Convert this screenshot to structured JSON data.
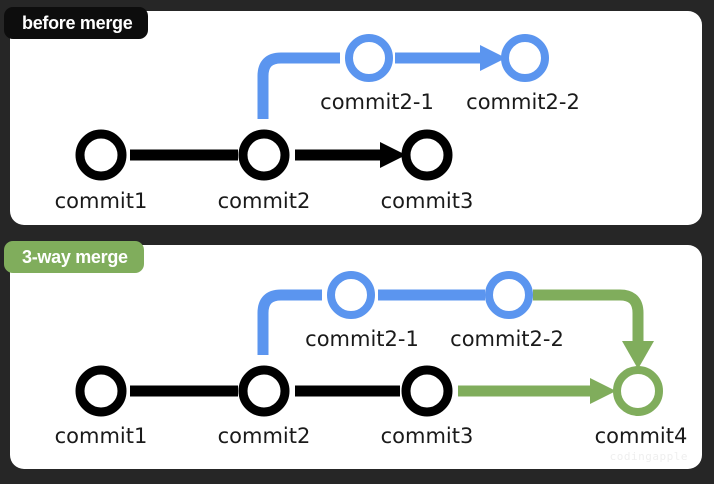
{
  "theme": {
    "background": "#262626",
    "panel_bg": "#ffffff",
    "main_branch_color": "#000000",
    "feature_branch_color": "#5b95ef",
    "merge_color": "#80ad5c",
    "badge_dark_bg": "#0d0d0d",
    "badge_green_bg": "#80ad5c",
    "label_color": "#1a1a1a"
  },
  "panels": [
    {
      "id": "before-merge",
      "badge_label": "before merge",
      "badge_style": "dark",
      "nodes": [
        {
          "id": "commit1",
          "label": "commit1",
          "branch": "main",
          "color": "#000000"
        },
        {
          "id": "commit2",
          "label": "commit2",
          "branch": "main",
          "color": "#000000"
        },
        {
          "id": "commit3",
          "label": "commit3",
          "branch": "main",
          "color": "#000000"
        },
        {
          "id": "commit2-1",
          "label": "commit2-1",
          "branch": "feature",
          "color": "#5b95ef"
        },
        {
          "id": "commit2-2",
          "label": "commit2-2",
          "branch": "feature",
          "color": "#5b95ef"
        }
      ],
      "edges": [
        {
          "from": "commit1",
          "to": "commit2",
          "color": "#000000",
          "arrow": false
        },
        {
          "from": "commit2",
          "to": "commit3",
          "color": "#000000",
          "arrow": true
        },
        {
          "from": "commit2",
          "to": "commit2-1",
          "color": "#5b95ef",
          "arrow": false,
          "kind": "branch-up"
        },
        {
          "from": "commit2-1",
          "to": "commit2-2",
          "color": "#5b95ef",
          "arrow": true
        }
      ]
    },
    {
      "id": "3-way-merge",
      "badge_label": "3-way merge",
      "badge_style": "green",
      "nodes": [
        {
          "id": "commit1",
          "label": "commit1",
          "branch": "main",
          "color": "#000000"
        },
        {
          "id": "commit2",
          "label": "commit2",
          "branch": "main",
          "color": "#000000"
        },
        {
          "id": "commit3",
          "label": "commit3",
          "branch": "main",
          "color": "#000000"
        },
        {
          "id": "commit4",
          "label": "commit4",
          "branch": "merge",
          "color": "#80ad5c"
        },
        {
          "id": "commit2-1",
          "label": "commit2-1",
          "branch": "feature",
          "color": "#5b95ef"
        },
        {
          "id": "commit2-2",
          "label": "commit2-2",
          "branch": "feature",
          "color": "#5b95ef"
        }
      ],
      "edges": [
        {
          "from": "commit1",
          "to": "commit2",
          "color": "#000000",
          "arrow": false
        },
        {
          "from": "commit2",
          "to": "commit3",
          "color": "#000000",
          "arrow": false
        },
        {
          "from": "commit2",
          "to": "commit2-1",
          "color": "#5b95ef",
          "arrow": false,
          "kind": "branch-up"
        },
        {
          "from": "commit2-1",
          "to": "commit2-2",
          "color": "#5b95ef",
          "arrow": false
        },
        {
          "from": "commit3",
          "to": "commit4",
          "color": "#80ad5c",
          "arrow": true
        },
        {
          "from": "commit2-2",
          "to": "commit4",
          "color": "#80ad5c",
          "arrow": true,
          "kind": "merge-down"
        }
      ]
    }
  ],
  "watermark": "codingapple"
}
